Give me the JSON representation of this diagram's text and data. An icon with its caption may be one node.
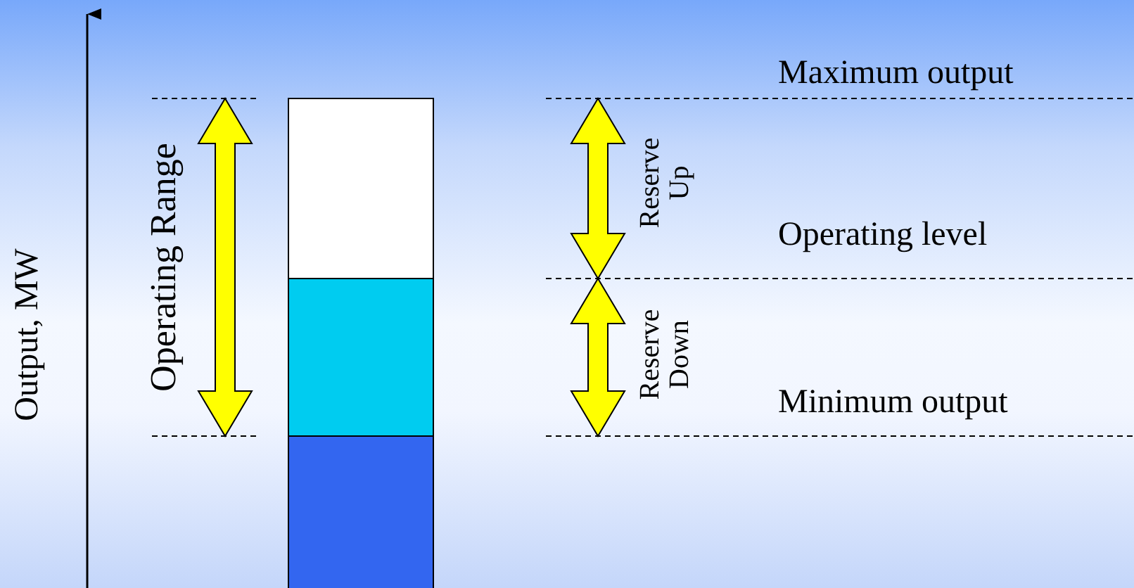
{
  "diagram": {
    "labels": [
      "Output, MW",
      "Operating Range",
      "Reserve Up",
      "Reserve Down",
      "Maximum output",
      "Operating level",
      "Minimum output"
    ]
  }
}
